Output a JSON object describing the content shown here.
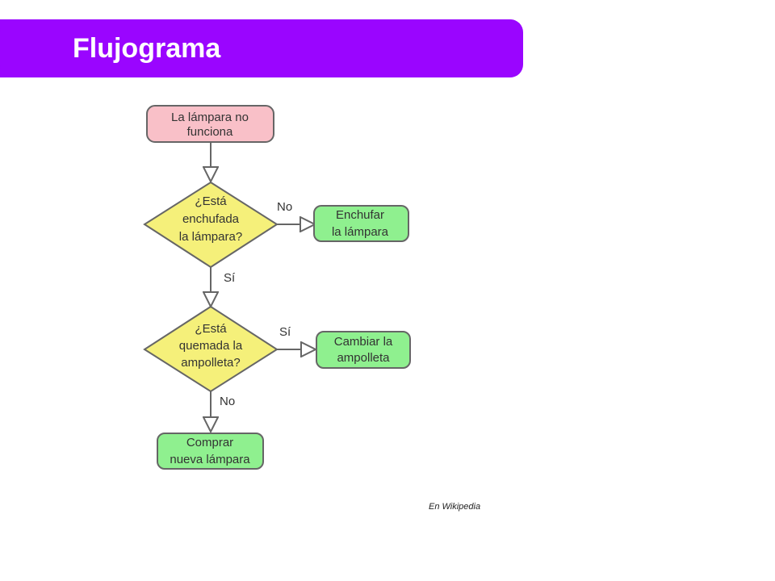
{
  "header": {
    "title": "Flujograma"
  },
  "colors": {
    "title_bar": "#9a05ff",
    "start_fill": "#f9c0c8",
    "decision_fill": "#f5f07a",
    "action_fill": "#8ff08f",
    "stroke": "#666666"
  },
  "flowchart": {
    "start": [
      "La lámpara no",
      "funciona"
    ],
    "decision1": [
      "¿Está",
      "enchufada",
      "la lámpara?"
    ],
    "decision1_no_label": "No",
    "action1": [
      "Enchufar",
      "la lámpara"
    ],
    "decision1_yes_label": "Sí",
    "decision2": [
      "¿Está",
      "quemada la",
      "ampolleta?"
    ],
    "decision2_yes_label": "Sí",
    "action2": [
      "Cambiar la",
      "ampolleta"
    ],
    "decision2_no_label": "No",
    "action3": [
      "Comprar",
      "nueva lámpara"
    ]
  },
  "footer": {
    "credit": "En Wikipedia"
  }
}
